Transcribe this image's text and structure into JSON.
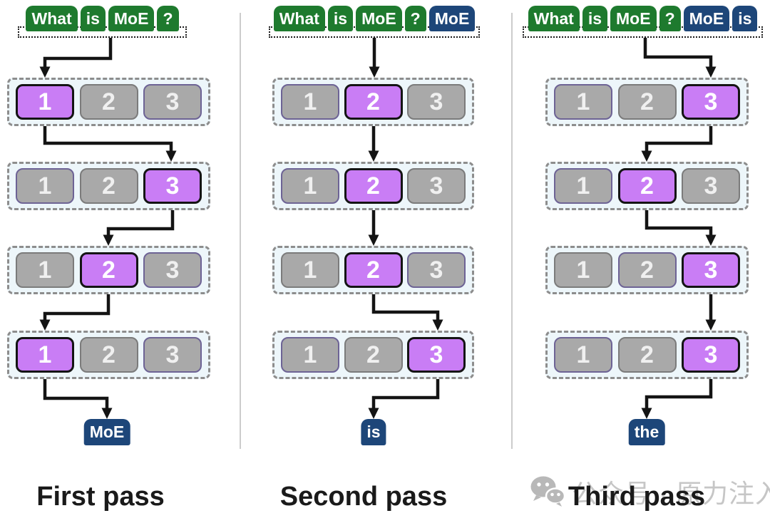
{
  "colors": {
    "token_green": "#1e7a2e",
    "token_blue": "#1d4679",
    "token_text": "#ffffff",
    "expert_selected": "#c97df5",
    "expert_selected_border": "#141414",
    "expert_idle": "#a9a9a9",
    "expert_idle_border": "#7b7b7b",
    "expert_tint_border": "#6d6395",
    "expert_row_bg": "#edf6fa",
    "expert_row_border": "#8d8d8d",
    "arrow": "#141414",
    "divider": "#cccccc",
    "label_text": "#1a1a1a",
    "watermark": "#c6c6c6"
  },
  "watermark": {
    "icon": "wechat-icon",
    "text": "公众号 · 原力注入"
  },
  "columns": [
    {
      "label": "First pass",
      "input_tokens": [
        {
          "text": "What",
          "type": "green"
        },
        {
          "text": "is",
          "type": "green"
        },
        {
          "text": "MoE",
          "type": "green"
        },
        {
          "text": "?",
          "type": "green"
        }
      ],
      "rows": [
        {
          "experts": [
            {
              "label": "1",
              "state": "sel"
            },
            {
              "label": "2",
              "state": "idle"
            },
            {
              "label": "3",
              "state": "tint"
            }
          ]
        },
        {
          "experts": [
            {
              "label": "1",
              "state": "tint"
            },
            {
              "label": "2",
              "state": "idle"
            },
            {
              "label": "3",
              "state": "sel"
            }
          ]
        },
        {
          "experts": [
            {
              "label": "1",
              "state": "idle"
            },
            {
              "label": "2",
              "state": "sel"
            },
            {
              "label": "3",
              "state": "tint"
            }
          ]
        },
        {
          "experts": [
            {
              "label": "1",
              "state": "sel"
            },
            {
              "label": "2",
              "state": "idle"
            },
            {
              "label": "3",
              "state": "tint"
            }
          ]
        }
      ],
      "selected_experts": [
        1,
        3,
        2,
        1
      ],
      "output_token": {
        "text": "MoE",
        "type": "blue"
      }
    },
    {
      "label": "Second pass",
      "input_tokens": [
        {
          "text": "What",
          "type": "green"
        },
        {
          "text": "is",
          "type": "green"
        },
        {
          "text": "MoE",
          "type": "green"
        },
        {
          "text": "?",
          "type": "green"
        },
        {
          "text": "MoE",
          "type": "blue"
        }
      ],
      "rows": [
        {
          "experts": [
            {
              "label": "1",
              "state": "tint"
            },
            {
              "label": "2",
              "state": "sel"
            },
            {
              "label": "3",
              "state": "idle"
            }
          ]
        },
        {
          "experts": [
            {
              "label": "1",
              "state": "tint"
            },
            {
              "label": "2",
              "state": "sel"
            },
            {
              "label": "3",
              "state": "idle"
            }
          ]
        },
        {
          "experts": [
            {
              "label": "1",
              "state": "idle"
            },
            {
              "label": "2",
              "state": "sel"
            },
            {
              "label": "3",
              "state": "tint"
            }
          ]
        },
        {
          "experts": [
            {
              "label": "1",
              "state": "tint"
            },
            {
              "label": "2",
              "state": "idle"
            },
            {
              "label": "3",
              "state": "sel"
            }
          ]
        }
      ],
      "selected_experts": [
        2,
        2,
        2,
        3
      ],
      "output_token": {
        "text": "is",
        "type": "blue"
      }
    },
    {
      "label": "Third pass",
      "input_tokens": [
        {
          "text": "What",
          "type": "green"
        },
        {
          "text": "is",
          "type": "green"
        },
        {
          "text": "MoE",
          "type": "green"
        },
        {
          "text": "?",
          "type": "green"
        },
        {
          "text": "MoE",
          "type": "blue"
        },
        {
          "text": "is",
          "type": "blue"
        }
      ],
      "rows": [
        {
          "experts": [
            {
              "label": "1",
              "state": "tint"
            },
            {
              "label": "2",
              "state": "idle"
            },
            {
              "label": "3",
              "state": "sel"
            }
          ]
        },
        {
          "experts": [
            {
              "label": "1",
              "state": "tint"
            },
            {
              "label": "2",
              "state": "sel"
            },
            {
              "label": "3",
              "state": "idle"
            }
          ]
        },
        {
          "experts": [
            {
              "label": "1",
              "state": "idle"
            },
            {
              "label": "2",
              "state": "tint"
            },
            {
              "label": "3",
              "state": "sel"
            }
          ]
        },
        {
          "experts": [
            {
              "label": "1",
              "state": "tint"
            },
            {
              "label": "2",
              "state": "idle"
            },
            {
              "label": "3",
              "state": "sel"
            }
          ]
        }
      ],
      "selected_experts": [
        3,
        2,
        3,
        3
      ],
      "output_token": {
        "text": "the",
        "type": "blue"
      }
    }
  ]
}
